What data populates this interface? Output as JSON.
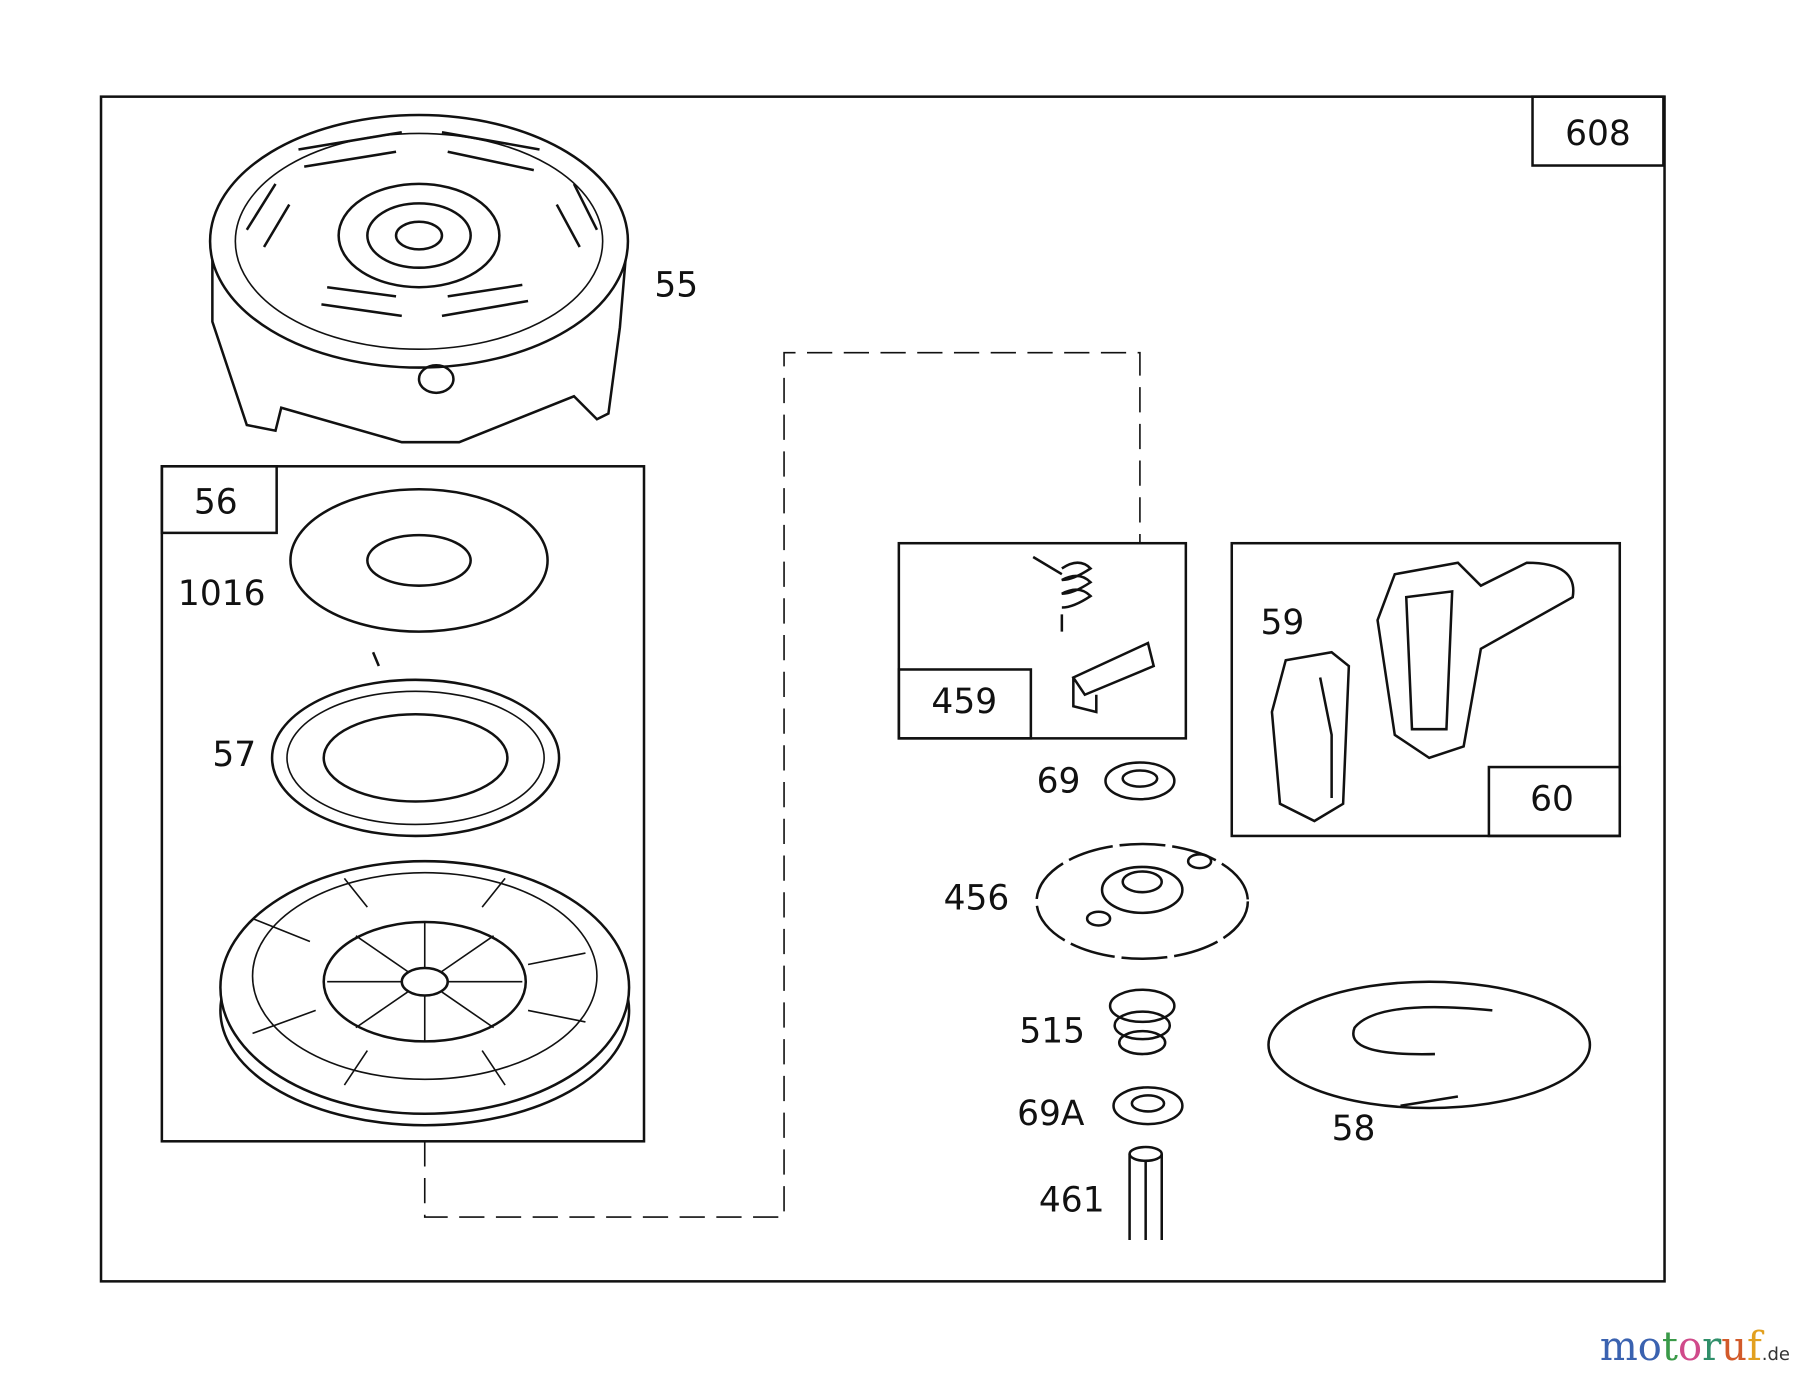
{
  "assembly_number": "608",
  "parts": {
    "p55": "55",
    "p56": "56",
    "p1016": "1016",
    "p57": "57",
    "p459": "459",
    "p59": "59",
    "p60": "60",
    "p69": "69",
    "p456": "456",
    "p515": "515",
    "p69a": "69A",
    "p461": "461",
    "p58": "58"
  },
  "watermark": {
    "text": "motoruf",
    "suffix": ".de"
  }
}
